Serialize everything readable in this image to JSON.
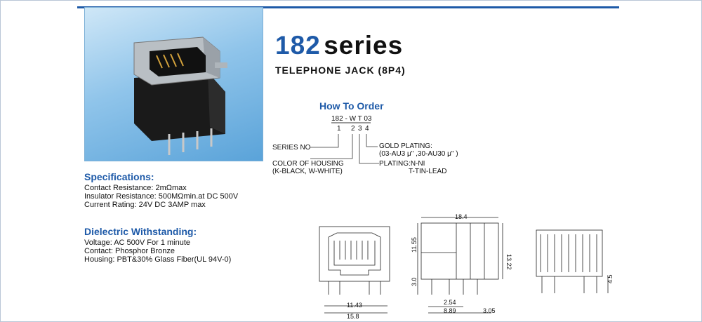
{
  "header": {
    "series_number": "182",
    "series_word": "series",
    "subtitle": "TELEPHONE JACK (8P4)"
  },
  "how_to_order": {
    "heading": "How To Order",
    "code": "182 - W T 03",
    "indices": [
      "1",
      "2",
      "3",
      "4"
    ],
    "labels": {
      "series_no": "SERIES NO",
      "color_line1": "COLOR OF HOUSING",
      "color_line2": "(K-BLACK, W-WHITE)",
      "gold_line1": "GOLD PLATING:",
      "gold_line2": "(03-AU3 μ\" ,30-AU30 μ\" )",
      "plating_line1": "PLATING:N-NI",
      "plating_line2": "T-TIN-LEAD"
    }
  },
  "specifications": {
    "heading": "Specifications:",
    "lines": [
      "Contact Resistance: 2mΩmax",
      "Insulator Resistance: 500MΩmin.at DC 500V",
      "Current Rating: 24V DC 3AMP max"
    ]
  },
  "dielectric": {
    "heading": "Dielectric Withstanding:",
    "lines": [
      "Voltage: AC 500V For 1 minute",
      "Contact: Phosphor Bronze",
      "Housing: PBT&30% Glass Fiber(UL 94V-0)"
    ]
  },
  "dimensions": {
    "front_width_inner": "11.43",
    "front_width_outer": "15.8",
    "side_top": "18.4",
    "side_height_left": "11.55",
    "side_height_right": "13.22",
    "side_pin_len": "3.0",
    "side_pitch_a": "2.54",
    "side_pitch_b": "8.89",
    "side_offset": "3.05",
    "rear_pin_len": "4.5"
  }
}
